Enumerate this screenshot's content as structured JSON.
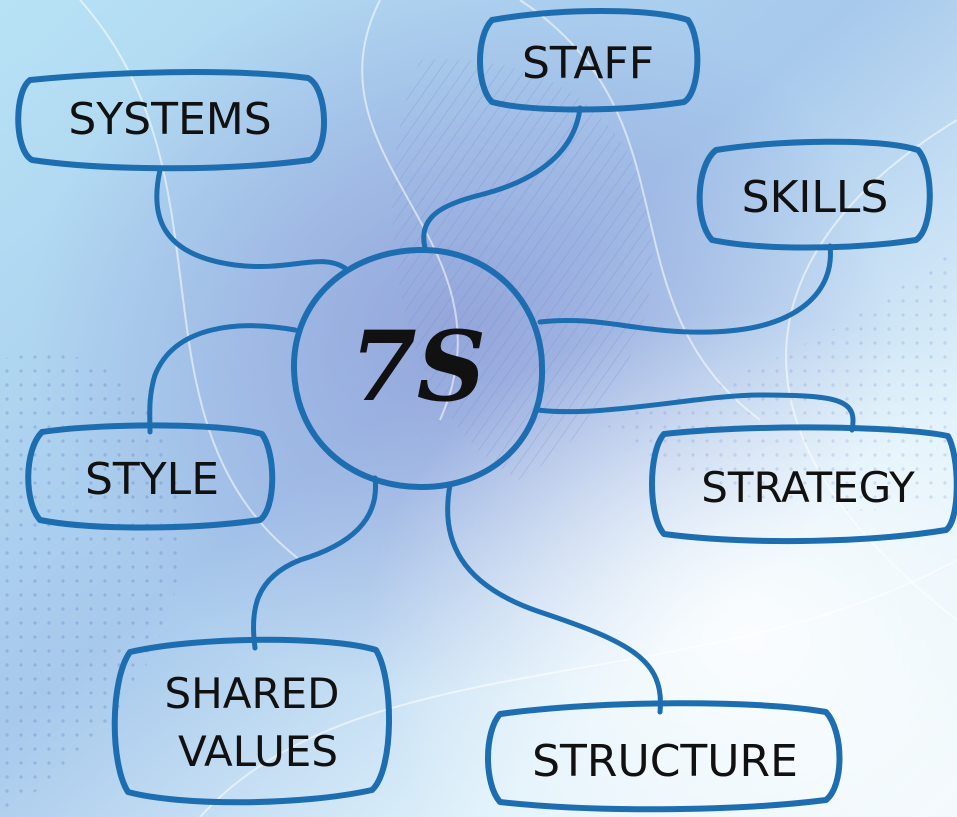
{
  "diagram": {
    "center": {
      "label": "7S"
    },
    "nodes": [
      {
        "id": "systems",
        "label_lines": [
          "SYSTEMS"
        ]
      },
      {
        "id": "staff",
        "label_lines": [
          "STAFF"
        ]
      },
      {
        "id": "skills",
        "label_lines": [
          "SKILLS"
        ]
      },
      {
        "id": "style",
        "label_lines": [
          "STYLE"
        ]
      },
      {
        "id": "strategy",
        "label_lines": [
          "STRATEGY"
        ]
      },
      {
        "id": "shared-values",
        "label_lines": [
          "SHARED",
          "VALUES"
        ]
      },
      {
        "id": "structure",
        "label_lines": [
          "STRUCTURE"
        ]
      }
    ]
  },
  "colors": {
    "stroke": "#1d6db1",
    "text": "#111111",
    "background_light": "#e6f4fb",
    "background_mid": "#a9d6ee",
    "background_violet": "#8e9ad6"
  }
}
